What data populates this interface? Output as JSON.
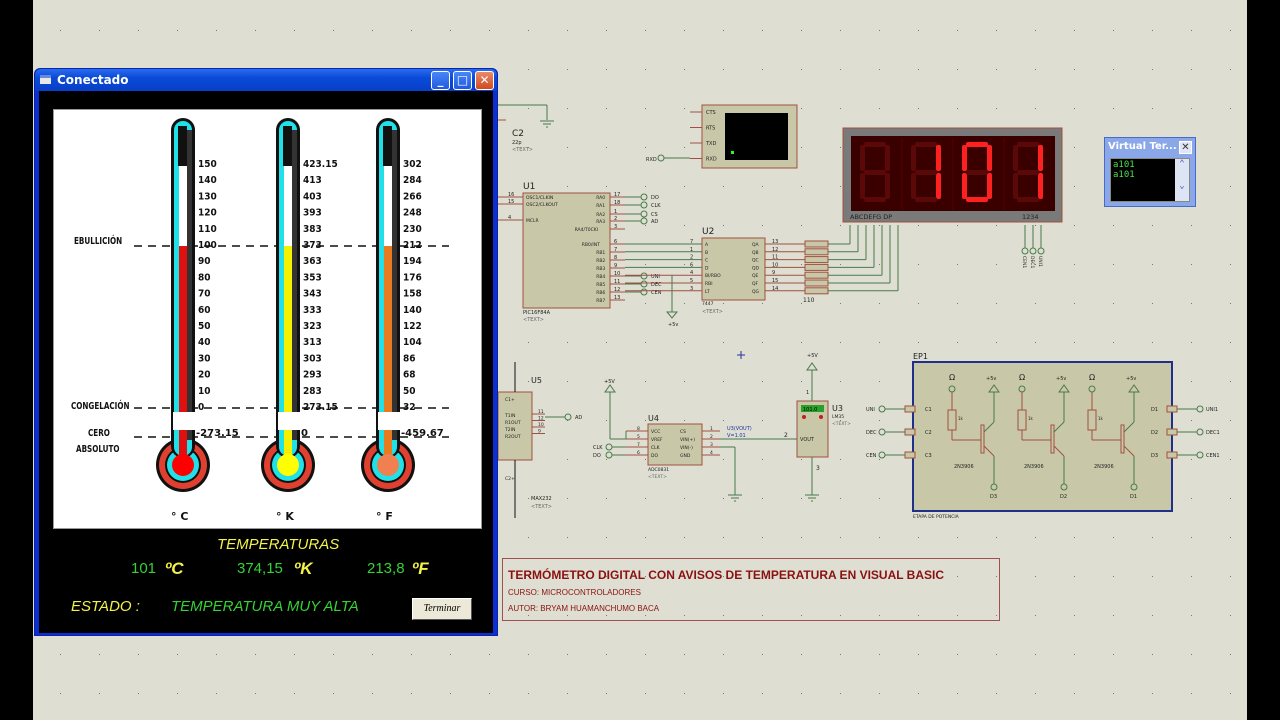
{
  "window": {
    "title": "Conectado",
    "minimize": "_",
    "maximize": "□",
    "close": "✕"
  },
  "thermometers": {
    "markers": {
      "boiling": "EBULLICIÓN",
      "freezing": "CONGELACIÓN",
      "abs_zero_1": "CERO",
      "abs_zero_2": "ABSOLUTO"
    },
    "scales": [
      {
        "unit": "° C",
        "fill": "#e01010",
        "bulb": "#ff0000",
        "ticks": [
          "150",
          "140",
          "130",
          "120",
          "110",
          "100",
          "90",
          "80",
          "70",
          "60",
          "50",
          "40",
          "30",
          "20",
          "10",
          "0"
        ],
        "abs_zero": "-273.15",
        "level_label": "100"
      },
      {
        "unit": "° K",
        "fill": "#f4f000",
        "bulb": "#ffff00",
        "ticks": [
          "423.15",
          "413",
          "403",
          "393",
          "383",
          "373",
          "363",
          "353",
          "343",
          "333",
          "323",
          "313",
          "303",
          "293",
          "283",
          "273.15"
        ],
        "abs_zero": "0",
        "level_label": "373"
      },
      {
        "unit": "° F",
        "fill": "#e87a20",
        "bulb": "#f08050",
        "ticks": [
          "302",
          "284",
          "266",
          "248",
          "230",
          "212",
          "194",
          "176",
          "158",
          "140",
          "122",
          "104",
          "86",
          "68",
          "50",
          "32"
        ],
        "abs_zero": "-459.67",
        "level_label": "212"
      }
    ]
  },
  "readout": {
    "heading": "TEMPERATURAS",
    "celsius_value": "101",
    "celsius_unit": "ºC",
    "kelvin_value": "374,15",
    "kelvin_unit": "ºK",
    "fahrenheit_value": "213,8",
    "fahrenheit_unit": "ºF",
    "status_label": "ESTADO  :",
    "status_value": "TEMPERATURA MUY ALTA",
    "terminate_button": "Terminar"
  },
  "info": {
    "title": "TERMÓMETRO DIGITAL CON AVISOS DE TEMPERATURA EN VISUAL BASIC",
    "course": "CURSO: MICROCONTROLADORES",
    "author": "AUTOR: BRYAM HUAMANCHUMO BACA"
  },
  "virtual_terminal": {
    "title": "Virtual Ter...",
    "lines": [
      "a101",
      "a101"
    ]
  },
  "display": {
    "value": " 101",
    "segment_label": "ABCDEFG  DP",
    "digit_label": "1234",
    "lit_color": "#ff2020",
    "dim_color": "#5a0808"
  },
  "schematic": {
    "c2": {
      "ref": "C2",
      "value": "22p",
      "text": "<TEXT>"
    },
    "terminal_pins": [
      "CTS",
      "RTS",
      "TXD",
      "RXD"
    ],
    "rxd_probe": "RXD",
    "u1": {
      "ref": "U1",
      "part": "PIC16F84A",
      "text": "<TEXT>",
      "left_pins": [
        "OSC1/CLKIN",
        "OSC2/CLKOUT",
        "MCLR"
      ],
      "left_nums": [
        "16",
        "15",
        "4"
      ],
      "right_pins": [
        "RA0",
        "RA1",
        "RA2",
        "RA3",
        "RA4/T0CKI",
        "RB0/INT",
        "RB1",
        "RB2",
        "RB3",
        "RB4",
        "RB5",
        "RB6",
        "RB7"
      ],
      "right_nums": [
        "17",
        "18",
        "1",
        "2",
        "3",
        "6",
        "7",
        "8",
        "9",
        "10",
        "11",
        "12",
        "13"
      ],
      "probes": [
        "DO",
        "CLK",
        "CS",
        "AD",
        "UNI",
        "DEC",
        "CEN"
      ]
    },
    "u2": {
      "ref": "U2",
      "part": "7447",
      "text": "<TEXT>",
      "left_pins": [
        "A",
        "B",
        "C",
        "D",
        "BI/RBO",
        "RBI",
        "LT"
      ],
      "left_nums": [
        "7",
        "1",
        "2",
        "6",
        "4",
        "5",
        "3"
      ],
      "right_pins": [
        "QA",
        "QB",
        "QC",
        "QD",
        "QE",
        "QF",
        "QG"
      ],
      "right_nums": [
        "13",
        "12",
        "11",
        "10",
        "9",
        "15",
        "14"
      ],
      "supply": "+5v"
    },
    "resistor_value": "110",
    "digit_probes": [
      "CEN1",
      "DEC1",
      "UNI1"
    ],
    "u5": {
      "ref": "U5",
      "part": "MAX232",
      "text": "<TEXT>",
      "pins": [
        "C1+",
        "T1IN",
        "R1OUT",
        "T2IN",
        "R2OUT",
        "C2+"
      ],
      "nums": [
        "11",
        "12",
        "10",
        "9"
      ],
      "probe": "AD"
    },
    "u4": {
      "ref": "U4",
      "part": "ADC0831",
      "text": "<TEXT>",
      "left_pins": [
        "VCC",
        "VREF",
        "CLK",
        "DO"
      ],
      "right_pins": [
        "CS",
        "VIN(+)",
        "VIN(-)",
        "GND"
      ],
      "left_nums": [
        "8",
        "5",
        "7",
        "6"
      ],
      "right_nums": [
        "1",
        "2",
        "3",
        "4"
      ],
      "supply": "+5V",
      "probes": [
        "CLK",
        "DO"
      ],
      "probe_label": [
        "U3(VOUT)",
        "V=1.01"
      ]
    },
    "u3": {
      "ref": "U3",
      "part": "LM35",
      "text": "<TEXT>",
      "reading": "101.0",
      "pin": "VOUT",
      "nums": [
        "1",
        "2",
        "3"
      ],
      "supply": "+5V"
    },
    "ep1": {
      "ref": "EP1",
      "footer": "ETAPA DE POTENCIA",
      "inputs": [
        "C1",
        "C2",
        "C3"
      ],
      "outputs": [
        "D1",
        "D2",
        "D3"
      ],
      "in_probes": [
        "UNI",
        "DEC",
        "CEN"
      ],
      "out_probes": [
        "UNI1",
        "DEC1",
        "CEN1"
      ],
      "transistor": "2N3906",
      "resistor": "1k",
      "ground": "Ω",
      "supply": "+5v",
      "collectors": [
        "D3",
        "D2",
        "D1"
      ]
    }
  }
}
